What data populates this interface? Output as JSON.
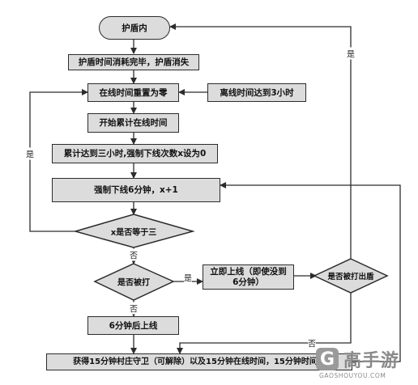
{
  "nodes": {
    "shield_on": "护盾内",
    "shield_consumed": "护盾时间消耗完毕，护盾消失",
    "online_reset": "在线时间重置为零",
    "offline_3h": "离线时间达到3小时",
    "start_accumulate": "开始累计在线时间",
    "reached_3h": "累计达到三小时,强制下线次数x设为0",
    "force_offline": "强制下线6分钟，x+1",
    "x_equals_3": "x是否等于三",
    "attacked": "是否被打",
    "online_now": "立即上线（即使没到6分钟）",
    "attacked_out_shield": "是否被打出盾",
    "online_after_6m": "6分钟后上线",
    "protection": "获得15分钟村庄守卫（可解除）以及15分钟在线时间，15分钟时间到"
  },
  "edge_labels": {
    "yes_top_right": "是",
    "yes_left": "是",
    "no_x3": "否",
    "yes_attacked": "是",
    "no_attacked": "否",
    "no_shield": "否"
  },
  "watermark": {
    "logo": "G",
    "title": "高手游",
    "sub": "GAOSHOUYOU.COM"
  }
}
